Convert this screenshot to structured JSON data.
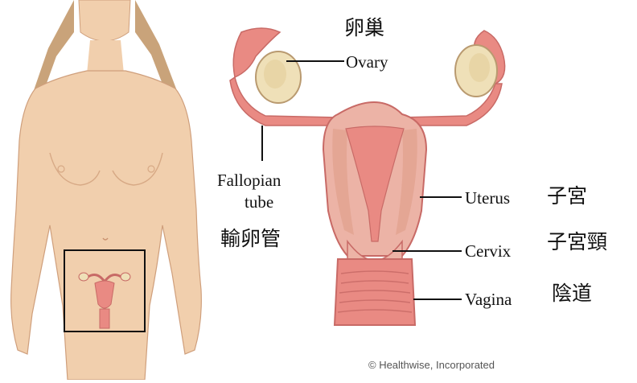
{
  "labels_en": {
    "ovary": "Ovary",
    "fallopian_tube_line1": "Fallopian",
    "fallopian_tube_line2": "tube",
    "uterus": "Uterus",
    "cervix": "Cervix",
    "vagina": "Vagina"
  },
  "labels_zh": {
    "ovary": "卵巢",
    "fallopian_tube": "輸卵管",
    "uterus": "子宮",
    "cervix": "子宮頸",
    "vagina": "陰道"
  },
  "credit": "© Healthwise, Incorporated",
  "colors": {
    "skin": "#f1cfad",
    "skin_shadow": "#dcae88",
    "hair": "#c9a37a",
    "organ": "#e98a83",
    "organ_dark": "#c86a66",
    "ovary": "#efe0b8",
    "leader": "#111111"
  }
}
